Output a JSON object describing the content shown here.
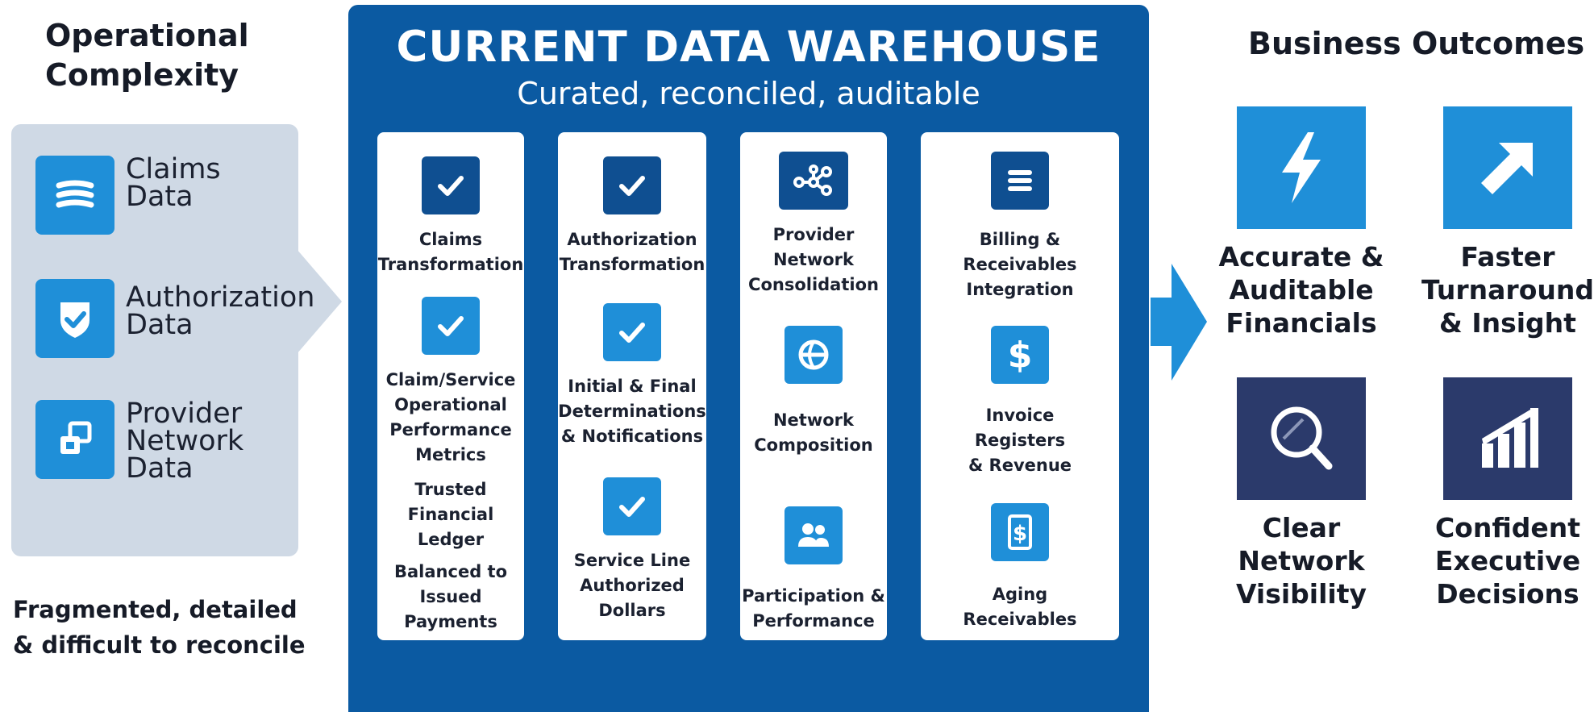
{
  "left": {
    "heading": [
      "Operational",
      "Complexity"
    ],
    "sources": [
      {
        "icon": "stacked-lines-icon",
        "lines": [
          "Claims",
          "Data"
        ]
      },
      {
        "icon": "shield-check-icon",
        "lines": [
          "Authorization",
          "Data"
        ]
      },
      {
        "icon": "provider-network-icon",
        "lines": [
          "Provider",
          "Network",
          "Data"
        ]
      }
    ],
    "footer": [
      "Fragmented, detailed",
      "& difficult to reconcile"
    ]
  },
  "warehouse": {
    "title": "CURRENT DATA WAREHOUSE",
    "subtitle": "Curated, reconciled, auditable",
    "columns": [
      {
        "cells": [
          {
            "icon": "checkmark-icon",
            "lines": [
              "Claims",
              "Transformation"
            ]
          },
          {
            "icon": "checkmark-icon",
            "lines": [
              "Claim/Service",
              "Operational",
              "Performance",
              "Metrics"
            ]
          }
        ],
        "extra": [
          [
            "Trusted",
            "Financial",
            "Ledger"
          ],
          [
            "Balanced to",
            "Issued",
            "Payments"
          ]
        ]
      },
      {
        "cells": [
          {
            "icon": "checkmark-icon",
            "lines": [
              "Authorization",
              "Transformation"
            ]
          },
          {
            "icon": "checkmark-icon",
            "lines": [
              "Initial & Final",
              "Determinations",
              "& Notifications"
            ]
          },
          {
            "icon": "checkmark-icon",
            "lines": [
              "Service Line",
              "Authorized",
              "Dollars"
            ]
          }
        ]
      },
      {
        "cells": [
          {
            "icon": "network-nodes-icon",
            "lines": [
              "Provider",
              "Network",
              "Consolidation"
            ]
          },
          {
            "icon": "globe-icon",
            "lines": [
              "Network",
              "Composition"
            ]
          },
          {
            "icon": "people-icon",
            "lines": [
              "Participation &",
              "Performance"
            ]
          }
        ]
      },
      {
        "cells": [
          {
            "icon": "list-icon",
            "lines": [
              "Billing &",
              "Receivables",
              "Integration"
            ]
          },
          {
            "icon": "dollar-icon",
            "lines": [
              "Invoice",
              "Registers",
              "& Revenue"
            ]
          },
          {
            "icon": "dollar-document-icon",
            "lines": [
              "Aging",
              "Receivables"
            ]
          }
        ]
      }
    ]
  },
  "right": {
    "heading": "Business Outcomes",
    "outcomes": [
      {
        "icon": "lightning-icon",
        "lines": [
          "Accurate &",
          "Auditable",
          "Financials"
        ],
        "color": "#1f8fd8"
      },
      {
        "icon": "arrow-up-right-icon",
        "lines": [
          "Faster",
          "Turnaround",
          "& Insight"
        ],
        "color": "#1f8fd8"
      },
      {
        "icon": "magnifier-icon",
        "lines": [
          "Clear",
          "Network",
          "Visibility"
        ],
        "color": "#2b3a6b"
      },
      {
        "icon": "bar-chart-icon",
        "lines": [
          "Confident",
          "Executive",
          "Decisions"
        ],
        "color": "#2b3a6b"
      }
    ]
  },
  "colors": {
    "warehouse_bg": "#0b5aa2",
    "accent_blue": "#1f8fd8",
    "dark_blue": "#0f4f91",
    "navy": "#2b3a6b",
    "panel_gray": "#cfd9e5"
  }
}
